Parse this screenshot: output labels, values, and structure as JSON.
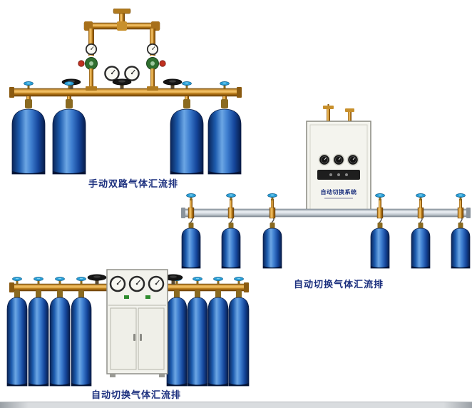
{
  "colors": {
    "caption": "#1b2f7e",
    "cylinder_blue": "#1d5cae",
    "brass": "#c8841c",
    "manifold_silver": "#c3ccd4",
    "cabinet": "#f3f3ed"
  },
  "products": {
    "manual_dual": {
      "caption": "手动双路气体汇流排",
      "cylinder_count": 4
    },
    "auto_switch_side": {
      "caption": "自动切换气体汇流排",
      "cabinet_label": "自动切换系统",
      "cylinder_count": 6
    },
    "auto_switch_front": {
      "caption": "自动切换气体汇流排",
      "cylinder_count": 8
    }
  }
}
